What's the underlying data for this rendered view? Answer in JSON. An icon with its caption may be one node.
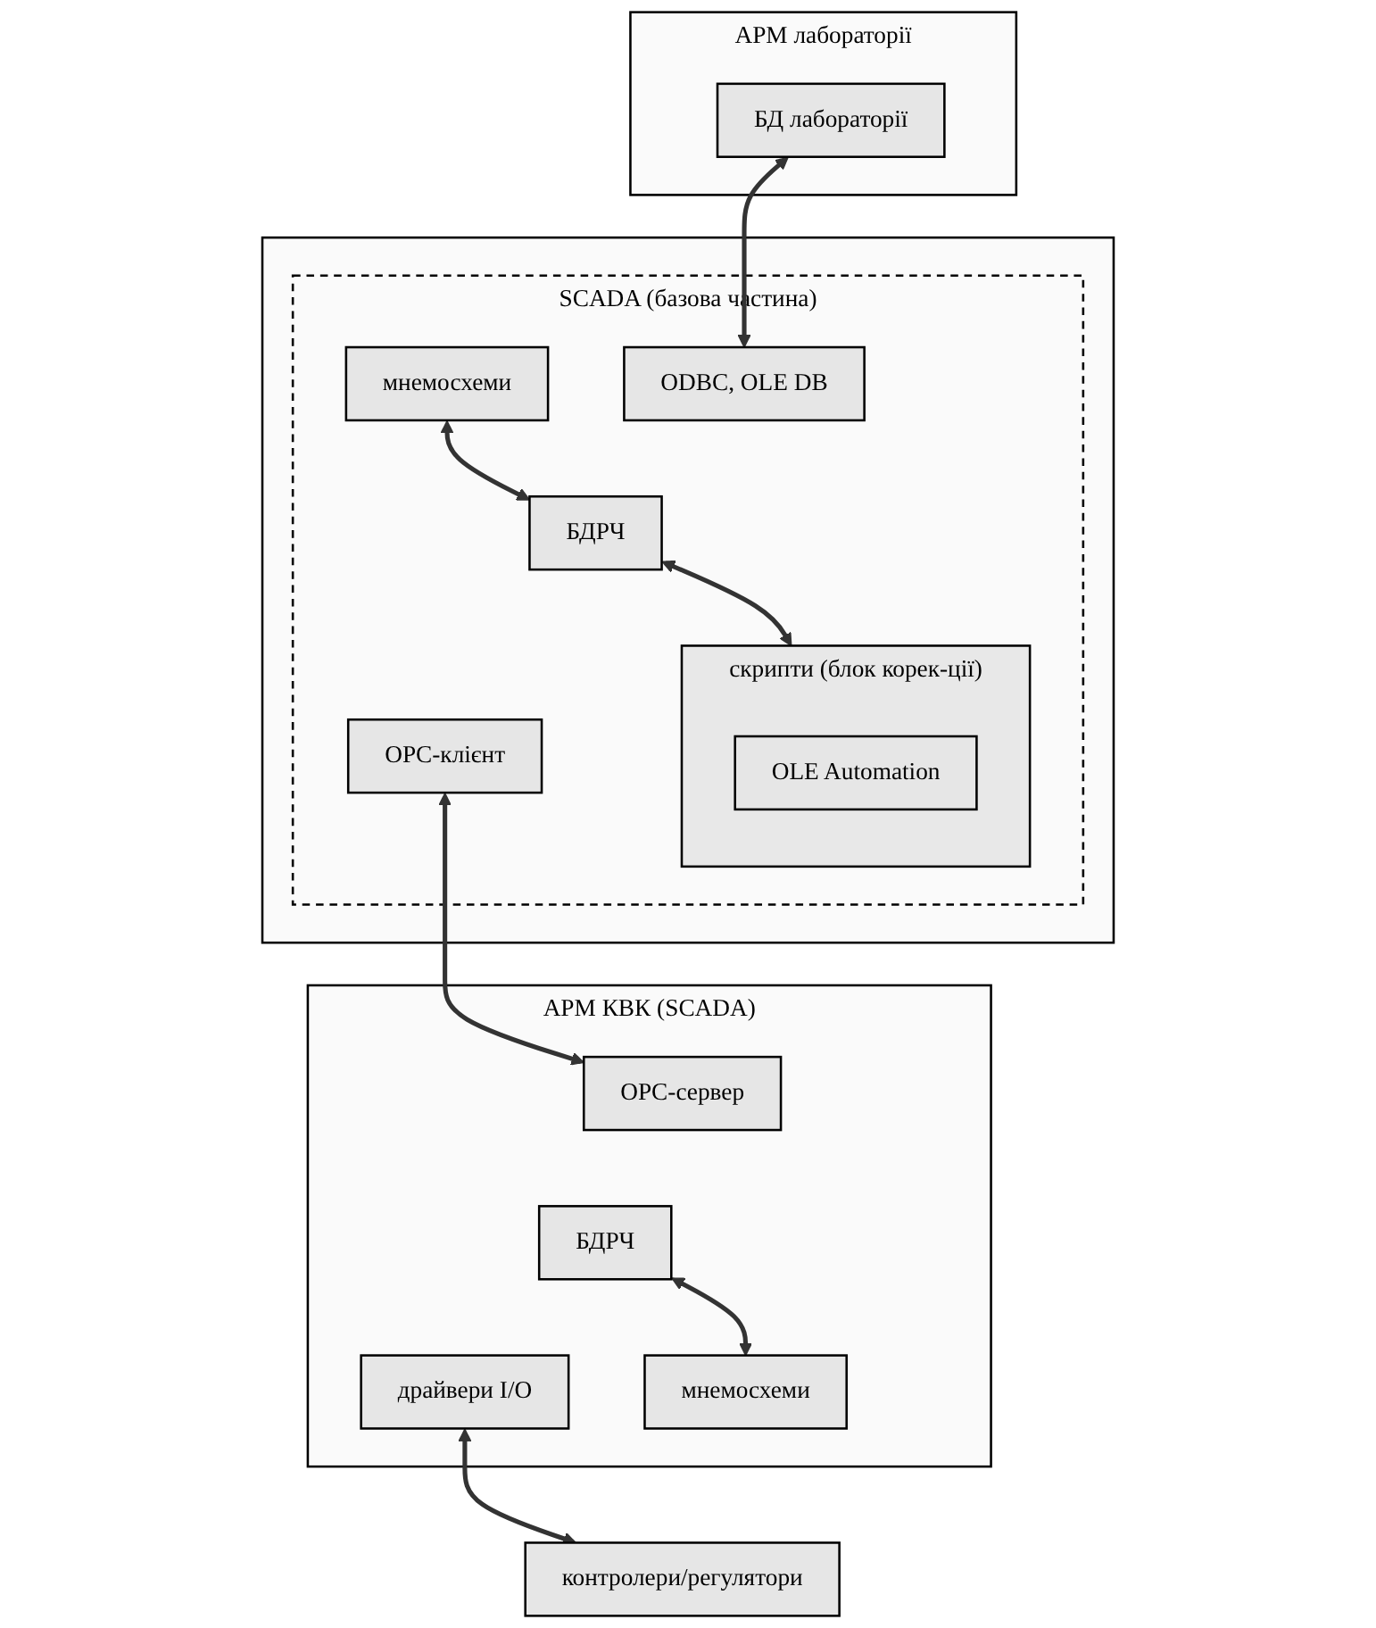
{
  "diagram": {
    "nodes": [
      {
        "text": [
          "АРМ лабораторії"
        ]
      },
      {
        "text": [
          "БД лабораторії"
        ],
        "in": 0
      },
      {
        "text": [],
        "shape": "box"
      },
      {
        "text": [
          "SCADA (базова частина)"
        ],
        "in": 2
      },
      {
        "text": [
          "мнемосхеми"
        ],
        "in": 3
      },
      {
        "text": [
          "ODBC, OLE DB"
        ],
        "in": 3
      },
      {
        "text": [
          "БДРЧ"
        ],
        "in": 3
      },
      {
        "text": [
          "OPC-клієнт"
        ],
        "in": 3
      },
      {
        "text": [
          "скрипти (блок корек-ції)"
        ],
        "in": 3
      },
      {
        "text": [
          "OLE Automation"
        ],
        "in": 8
      },
      {
        "text": [
          "АРМ КВК (SCADA)"
        ]
      },
      {
        "text": [
          "OPC-сервер"
        ],
        "in": 10
      },
      {
        "text": [
          "БДРЧ"
        ],
        "in": 10
      },
      {
        "text": [
          "драйвери I/O"
        ],
        "in": 10
      },
      {
        "text": [
          "мнемосхеми"
        ],
        "in": 10
      },
      {
        "text": [
          "контролери/регулятори"
        ]
      }
    ],
    "edges": [
      {
        "from": 1,
        "to": 5,
        "arrow": "both"
      },
      {
        "from": 4,
        "to": 6,
        "arrow": "both"
      },
      {
        "from": 6,
        "to": 8,
        "arrow": "both"
      },
      {
        "from": 7,
        "to": 11,
        "arrow": "both"
      },
      {
        "from": 12,
        "to": 14,
        "arrow": "both"
      },
      {
        "from": 13,
        "to": 15,
        "arrow": "both"
      }
    ]
  }
}
